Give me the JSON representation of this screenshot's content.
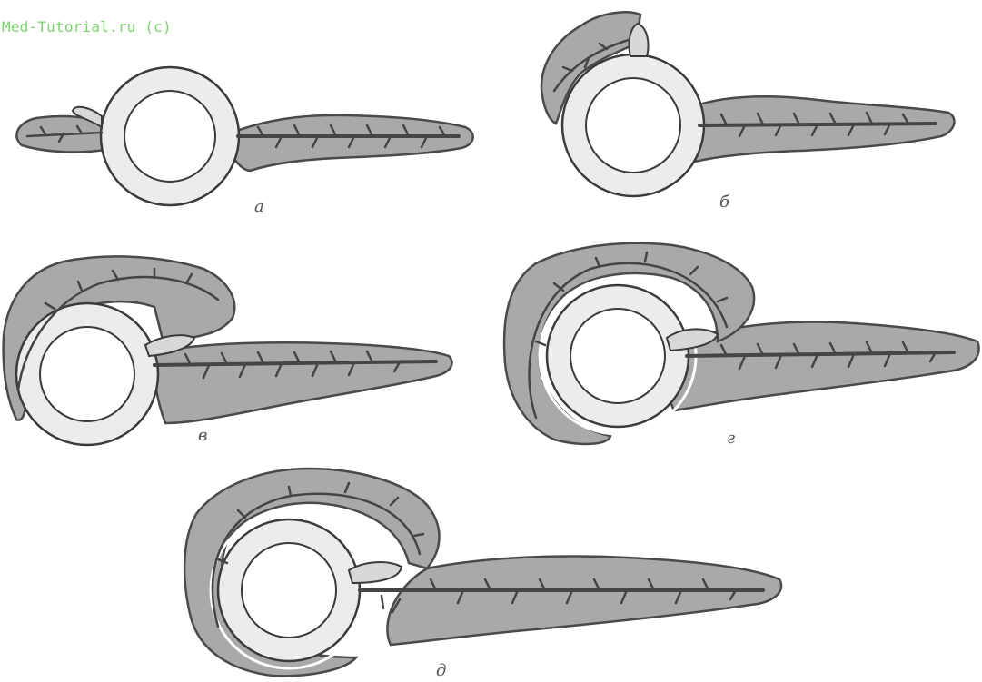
{
  "watermark": "Med-Tutorial.ru (c)",
  "stages": [
    {
      "id": "a",
      "label": "а"
    },
    {
      "id": "b",
      "label": "б"
    },
    {
      "id": "v",
      "label": "в"
    },
    {
      "id": "g",
      "label": "г"
    },
    {
      "id": "d",
      "label": "д"
    }
  ],
  "colors": {
    "gland_fill": "#a9a9a9",
    "duodenal_wall": "#ececec",
    "outline": "#3b3b3b",
    "watermark": "#7bd36e"
  }
}
